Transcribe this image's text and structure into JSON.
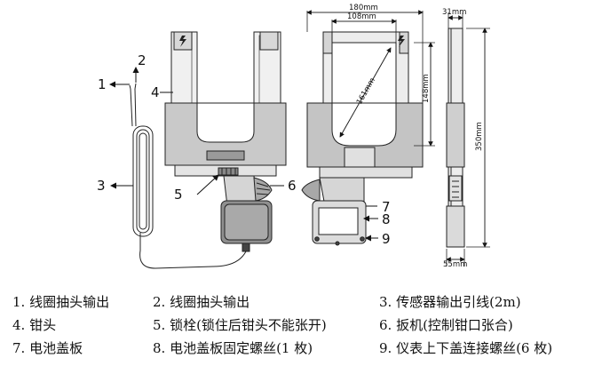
{
  "callouts": {
    "c1": "1",
    "c2": "2",
    "c3": "3",
    "c4": "4",
    "c5": "5",
    "c6": "6",
    "c7": "7",
    "c8": "8",
    "c9": "9"
  },
  "dimensions": {
    "d180": "180mm",
    "d108": "108mm",
    "d161": "161mm",
    "d148": "148mm",
    "d31": "31mm",
    "d350": "350mm",
    "d55": "55mm"
  },
  "legend": {
    "row1": [
      "1. 线圈抽头输出",
      "2. 线圈抽头输出",
      "3. 传感器输出引线(2m)"
    ],
    "row2": [
      "4. 钳头",
      "5. 锁栓(锁住后钳头不能张开)",
      "6. 扳机(控制钳口张合)"
    ],
    "row3": [
      "7. 电池盖板",
      "8. 电池盖板固定螺丝(1 枚)",
      "9. 仪表上下盖连接螺丝(6 枚)"
    ]
  },
  "icons": {
    "flash": "lightning-bolt-icon"
  }
}
